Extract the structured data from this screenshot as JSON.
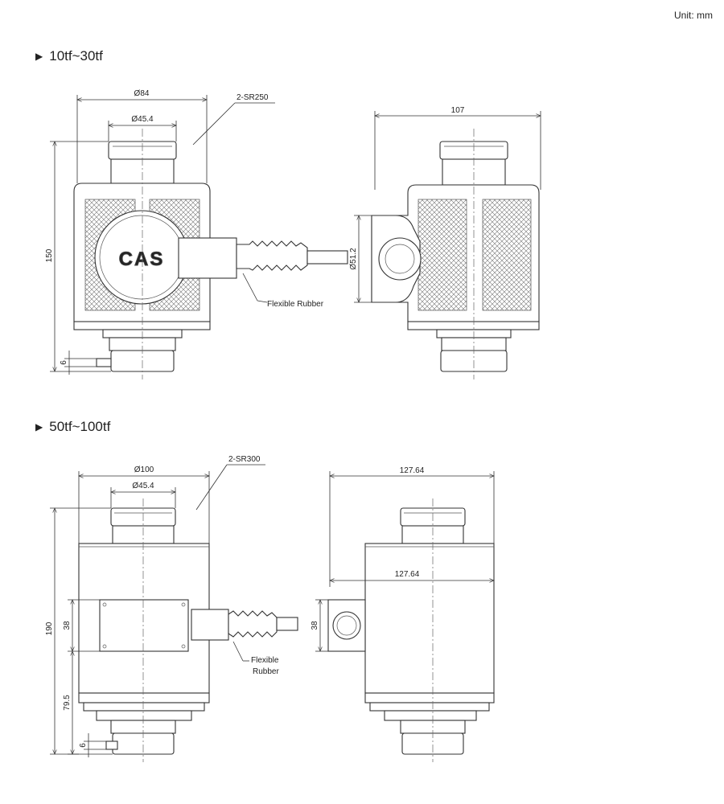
{
  "unit_label": "Unit: mm",
  "sections": [
    {
      "heading": "10tf~30tf",
      "front": {
        "outer_diameter": "Ø84",
        "inner_diameter": "Ø45.4",
        "radius": "2-SR250",
        "height": "150",
        "bottom": "6",
        "cable_label": "Flexible Rubber",
        "logo": "CAS"
      },
      "side": {
        "width": "107",
        "hole": "Ø51.2"
      }
    },
    {
      "heading": "50tf~100tf",
      "front": {
        "outer_diameter": "Ø100",
        "inner_diameter": "Ø45.4",
        "radius": "2-SR300",
        "height": "190",
        "plate": "38",
        "lower": "79.5",
        "bottom": "6",
        "cable_label_1": "Flexible",
        "cable_label_2": "Rubber"
      },
      "side": {
        "width": "127.64",
        "inner_width": "127.64",
        "hole": "38"
      }
    }
  ]
}
